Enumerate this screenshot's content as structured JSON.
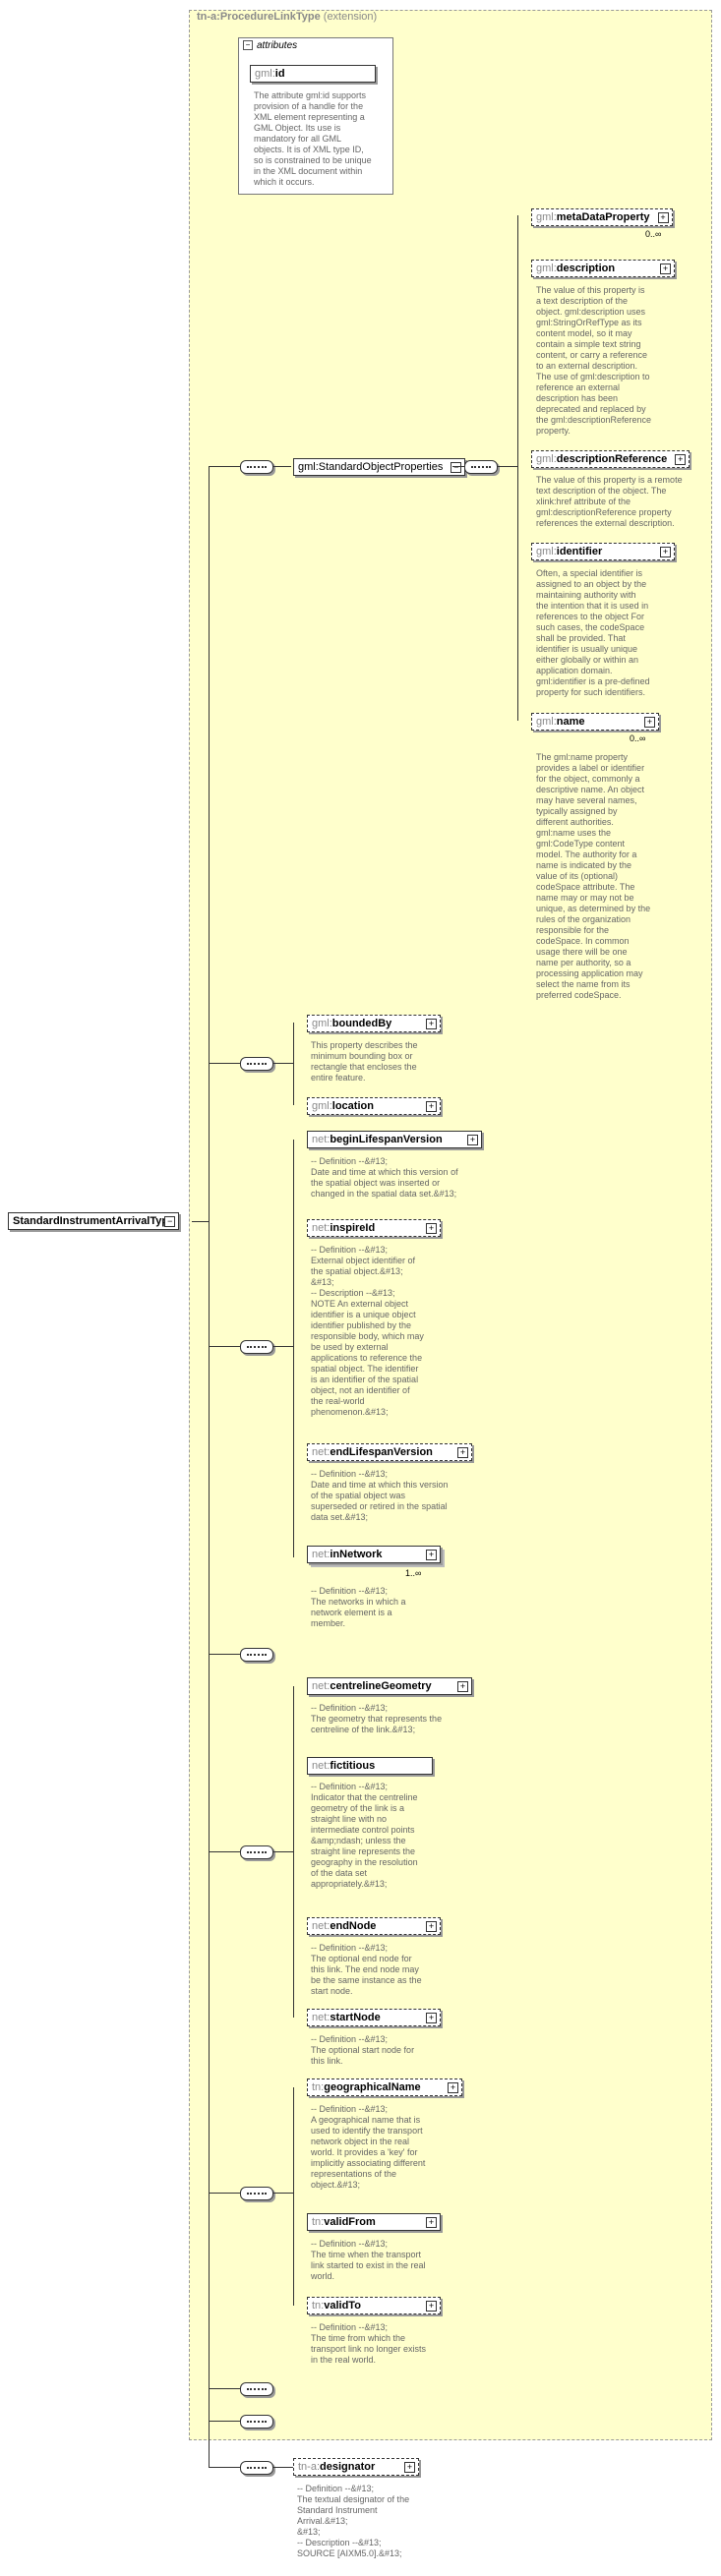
{
  "extension": {
    "type_name": "tn-a:ProcedureLinkType",
    "suffix": "(extension)"
  },
  "root": {
    "label": "StandardInstrumentArrivalType"
  },
  "attributes": {
    "header": "attributes",
    "gmlid": {
      "prefix": "gml:",
      "name": "id",
      "desc": [
        "The attribute gml:id supports",
        "provision of a handle for the",
        "XML element representing a",
        "GML Object. Its use is",
        "mandatory for all GML",
        "objects. It is of XML type ID,",
        "so is constrained to be unique",
        "in the XML document within",
        "which it occurs."
      ]
    }
  },
  "std_object_group": {
    "label": "gml:StandardObjectProperties"
  },
  "meta": {
    "prefix": "gml:",
    "name": "metaDataProperty",
    "card": "0..∞"
  },
  "description": {
    "prefix": "gml:",
    "name": "description",
    "desc": [
      "The value of this property is",
      "a text description of the",
      "object. gml:description uses",
      "gml:StringOrRefType as its",
      "content model, so it may",
      "contain a simple text string",
      "content, or carry a reference",
      "to an external description.",
      "The use of gml:description to",
      "reference an external",
      "description has been",
      "deprecated and replaced by",
      "the gml:descriptionReference",
      "property."
    ]
  },
  "descRef": {
    "prefix": "gml:",
    "name": "descriptionReference",
    "desc": [
      "The value of this property is a remote",
      "text description of the object. The",
      "xlink:href attribute of the",
      "gml:descriptionReference property",
      "references the external description."
    ]
  },
  "identifier": {
    "prefix": "gml:",
    "name": "identifier",
    "desc": [
      "Often, a special identifier is",
      "assigned to an object by the",
      "maintaining authority with",
      "the intention that it is used in",
      "references to the object For",
      "such cases, the codeSpace",
      "shall be provided. That",
      "identifier is usually unique",
      "either globally or within an",
      "application domain.",
      "gml:identifier is a pre-defined",
      "property for such identifiers."
    ]
  },
  "gmlname": {
    "prefix": "gml:",
    "name": "name",
    "card": "0..∞",
    "desc": [
      "The gml:name property",
      "provides a label or identifier",
      "for the object, commonly a",
      "descriptive name. An object",
      "may have several names,",
      "typically assigned by",
      "different authorities.",
      "gml:name uses the",
      "gml:CodeType content",
      "model.  The authority for a",
      "name is indicated by the",
      "value of its (optional)",
      "codeSpace attribute.  The",
      "name may or may not be",
      "unique, as determined by the",
      "rules of the organization",
      "responsible for the",
      "codeSpace.  In common",
      "usage there will be one",
      "name per authority, so a",
      "processing application may",
      "select the name from its",
      "preferred codeSpace."
    ]
  },
  "boundedBy": {
    "prefix": "gml:",
    "name": "boundedBy",
    "desc": [
      "This property describes the",
      "minimum bounding box or",
      "rectangle that encloses the",
      "entire feature."
    ]
  },
  "location": {
    "prefix": "gml:",
    "name": "location"
  },
  "beginLifespan": {
    "prefix": "net:",
    "name": "beginLifespanVersion",
    "desc": [
      "-- Definition --&#13;",
      "Date and time at which this version of",
      "the spatial object was inserted or",
      "changed in the spatial data set.&#13;"
    ]
  },
  "inspireId": {
    "prefix": "net:",
    "name": "inspireId",
    "desc": [
      "-- Definition --&#13;",
      "External object identifier of",
      "the spatial object.&#13;",
      "&#13;",
      "-- Description --&#13;",
      "NOTE An external object",
      "identifier is a unique object",
      "identifier published by the",
      "responsible body, which may",
      "be used by external",
      "applications to reference the",
      "spatial object. The identifier",
      "is an identifier of the spatial",
      "object, not an identifier of",
      "the real-world",
      "phenomenon.&#13;"
    ]
  },
  "endLifespan": {
    "prefix": "net:",
    "name": "endLifespanVersion",
    "desc": [
      "-- Definition --&#13;",
      "Date and time at which this version",
      "of the spatial object was",
      "superseded or retired in the spatial",
      "data set.&#13;"
    ]
  },
  "inNetwork": {
    "prefix": "net:",
    "name": "inNetwork",
    "card": "1..∞",
    "desc": [
      "-- Definition --&#13;",
      "The networks in which a",
      "network element is a",
      "member."
    ]
  },
  "centreline": {
    "prefix": "net:",
    "name": "centrelineGeometry",
    "desc": [
      "-- Definition --&#13;",
      "The geometry that represents the",
      "centreline of the link.&#13;"
    ]
  },
  "fictitious": {
    "prefix": "net:",
    "name": "fictitious",
    "desc": [
      "-- Definition --&#13;",
      "Indicator that the centreline",
      "geometry of the link is a",
      "straight line with no",
      "intermediate control points",
      "&amp;ndash; unless the",
      "straight line represents the",
      "geography in the resolution",
      "of the data set",
      "appropriately.&#13;"
    ]
  },
  "endNode": {
    "prefix": "net:",
    "name": "endNode",
    "desc": [
      "-- Definition --&#13;",
      "The optional end node for",
      "this link. The end node may",
      "be the same instance as the",
      "start node."
    ]
  },
  "startNode": {
    "prefix": "net:",
    "name": "startNode",
    "desc": [
      "-- Definition --&#13;",
      "The optional start node for",
      "this link."
    ]
  },
  "geoName": {
    "prefix": "tn:",
    "name": "geographicalName",
    "desc": [
      "-- Definition --&#13;",
      "A geographical name that is",
      "used to identify the transport",
      "network object in the real",
      "world. It provides a 'key' for",
      "implicitly associating different",
      "representations of the",
      "object.&#13;"
    ]
  },
  "validFrom": {
    "prefix": "tn:",
    "name": "validFrom",
    "desc": [
      "-- Definition --&#13;",
      "The time when the transport",
      "link started to exist in the real",
      "world."
    ]
  },
  "validTo": {
    "prefix": "tn:",
    "name": "validTo",
    "desc": [
      "-- Definition --&#13;",
      "The time from which the",
      "transport link no longer exists",
      "in the real world."
    ]
  },
  "designator": {
    "prefix": "tn-a:",
    "name": "designator",
    "desc": [
      "-- Definition --&#13;",
      "The textual designator of the",
      "Standard Instrument",
      "Arrival.&#13;",
      "&#13;",
      "-- Description --&#13;",
      "SOURCE [AIXM5.0].&#13;"
    ]
  }
}
